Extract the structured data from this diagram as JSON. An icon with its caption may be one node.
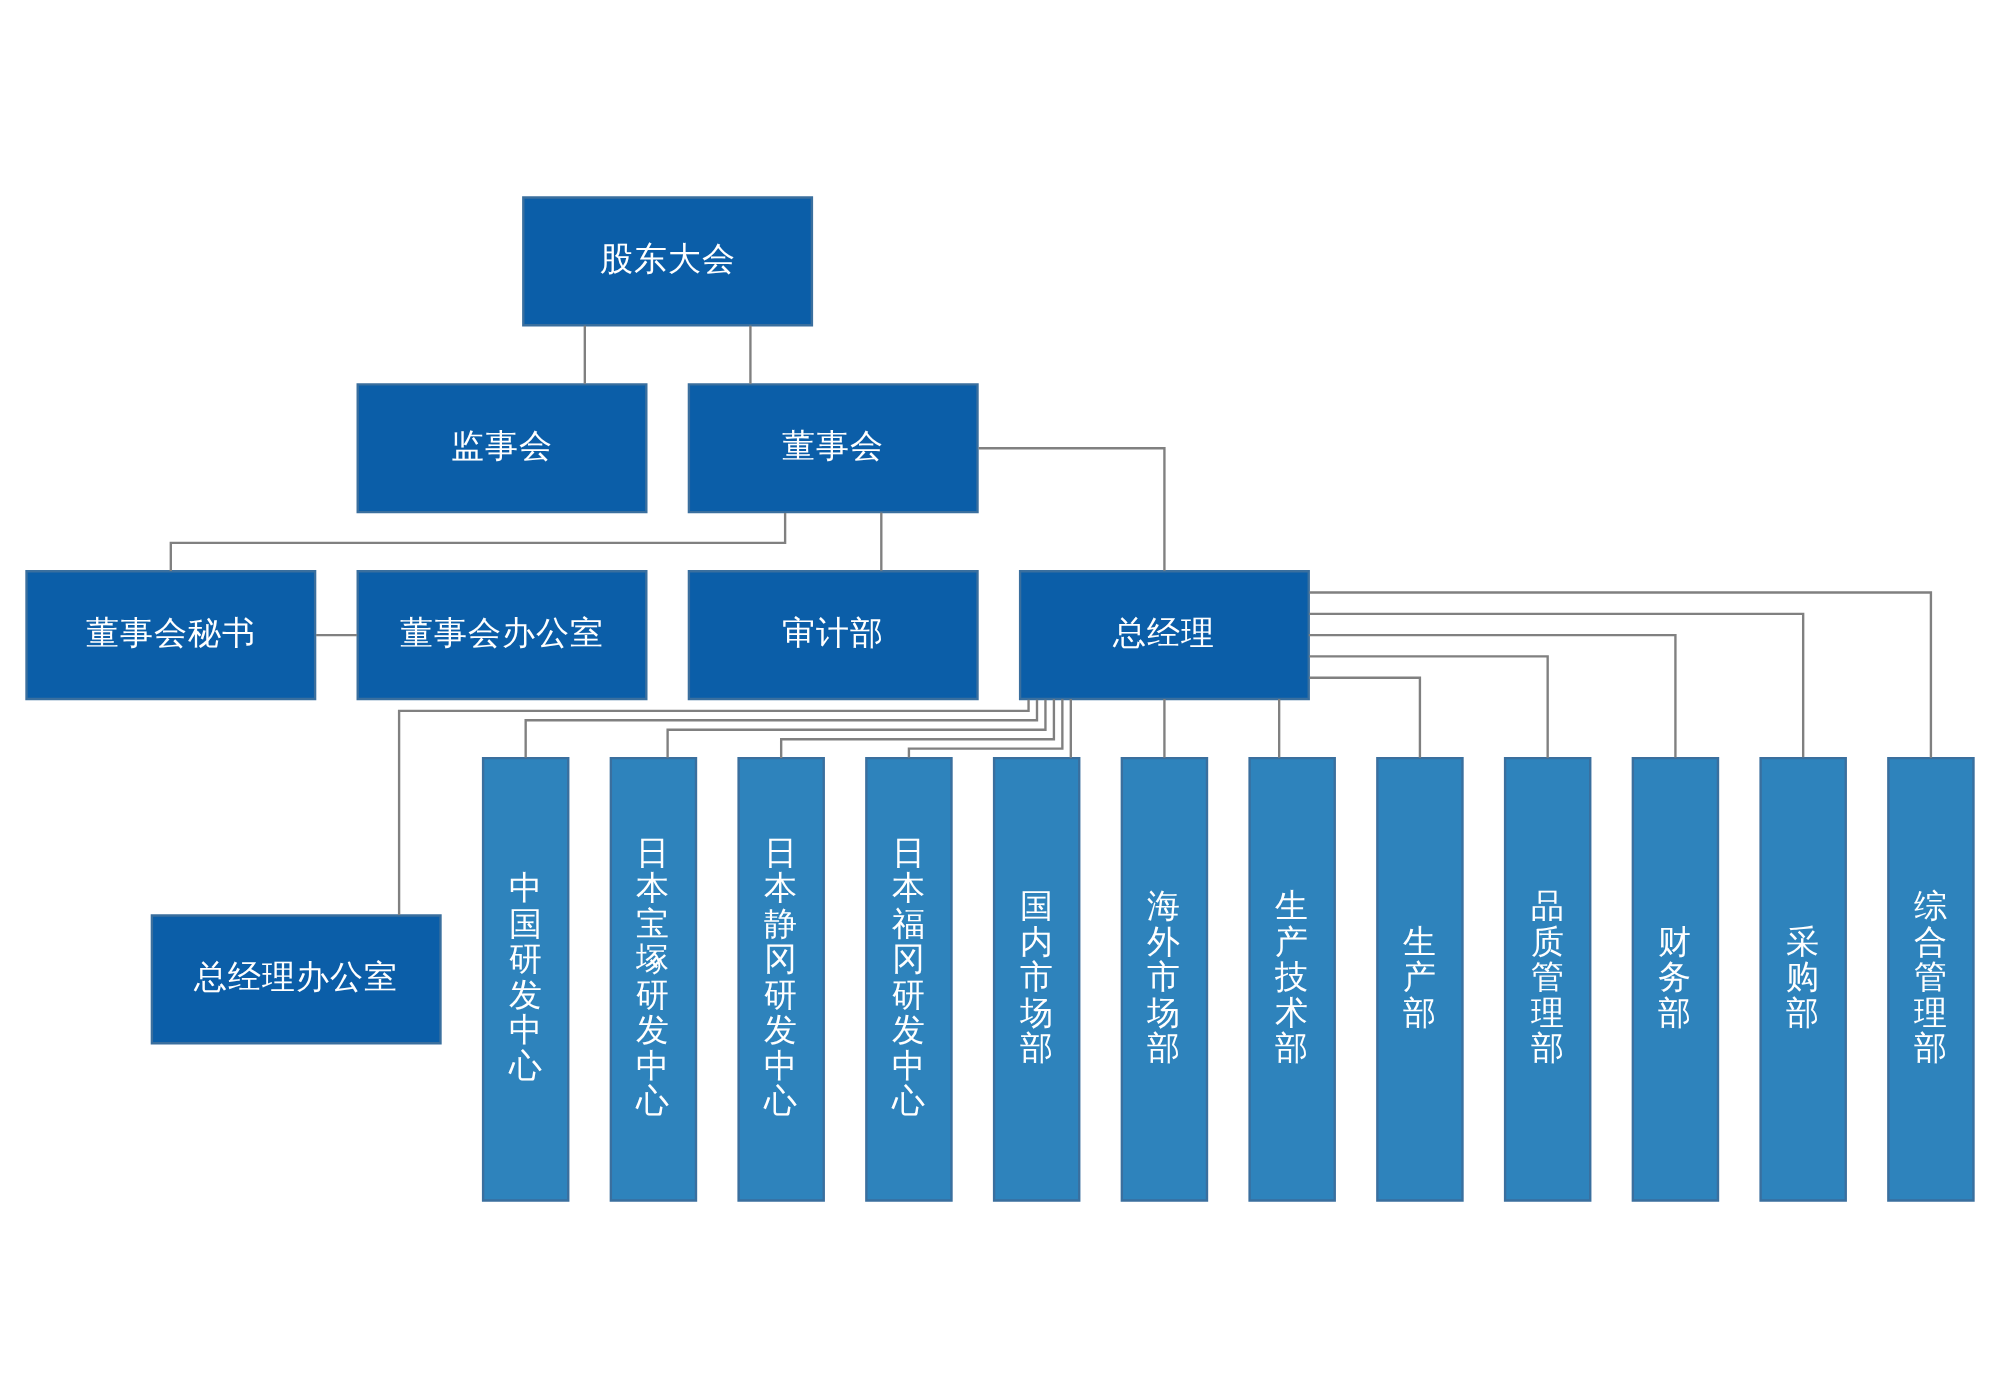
{
  "diagram": {
    "nodes": [
      {
        "text": [
          "股东大会"
        ]
      },
      {
        "text": [
          "监事会"
        ]
      },
      {
        "text": [
          "董事会"
        ]
      },
      {
        "text": [
          "董事会办公室"
        ]
      },
      {
        "text": [
          "董事会秘书"
        ]
      },
      {
        "text": [
          "审计部"
        ]
      },
      {
        "text": [
          "总经理"
        ]
      },
      {
        "text": [
          "总经理办公室"
        ]
      },
      {
        "text": [
          "中国研发中心"
        ]
      },
      {
        "text": [
          "日本宝塚研发中心"
        ]
      },
      {
        "text": [
          "日本静冈研发中心"
        ]
      },
      {
        "text": [
          "日本福冈研发中心"
        ]
      },
      {
        "text": [
          "国内市场部"
        ]
      },
      {
        "text": [
          "海外市场部"
        ]
      },
      {
        "text": [
          "生产技术部"
        ]
      },
      {
        "text": [
          "生产部"
        ]
      },
      {
        "text": [
          "品质管理部"
        ]
      },
      {
        "text": [
          "财务部"
        ]
      },
      {
        "text": [
          "采购部"
        ]
      },
      {
        "text": [
          "综合管理部"
        ]
      }
    ],
    "edges": [
      {
        "from": 0,
        "to": 1,
        "arrow": "none"
      },
      {
        "from": 0,
        "to": 2,
        "arrow": "none"
      },
      {
        "from": 2,
        "to": 4,
        "arrow": "none"
      },
      {
        "from": 4,
        "to": 3,
        "arrow": "none"
      },
      {
        "from": 2,
        "to": 5,
        "arrow": "none"
      },
      {
        "from": 2,
        "to": 6,
        "arrow": "none"
      },
      {
        "from": 6,
        "to": 7,
        "arrow": "none"
      },
      {
        "from": 6,
        "to": 8,
        "arrow": "none"
      },
      {
        "from": 6,
        "to": 9,
        "arrow": "none"
      },
      {
        "from": 6,
        "to": 10,
        "arrow": "none"
      },
      {
        "from": 6,
        "to": 11,
        "arrow": "none"
      },
      {
        "from": 6,
        "to": 12,
        "arrow": "none"
      },
      {
        "from": 6,
        "to": 13,
        "arrow": "none"
      },
      {
        "from": 6,
        "to": 14,
        "arrow": "none"
      },
      {
        "from": 6,
        "to": 15,
        "arrow": "none"
      },
      {
        "from": 6,
        "to": 16,
        "arrow": "none"
      },
      {
        "from": 6,
        "to": 17,
        "arrow": "none"
      },
      {
        "from": 6,
        "to": 18,
        "arrow": "none"
      },
      {
        "from": 6,
        "to": 19,
        "arrow": "none"
      }
    ]
  }
}
